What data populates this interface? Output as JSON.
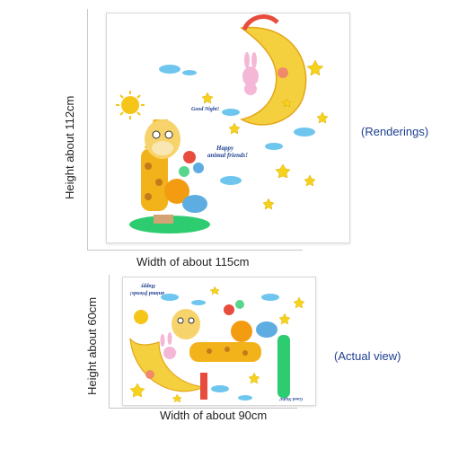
{
  "top": {
    "height_label": "Height about 112cm",
    "width_label": "Width of about 115cm",
    "tag": "(Renderings)",
    "good_night": "Good Night!",
    "happy_line1": "Happy",
    "happy_line2": "animal friends!"
  },
  "bottom": {
    "height_label": "Height about 60cm",
    "width_label": "Width of about 90cm",
    "tag": "(Actual view)",
    "good_night": "Good Night!",
    "happy_line1": "Happy",
    "happy_line2": "animal friends!"
  },
  "colors": {
    "moon": "#f4d03f",
    "giraffe": "#f2b21a",
    "cloud": "#6ec6ee",
    "star": "#f5d21b",
    "blue_text": "#1d3f8f"
  }
}
